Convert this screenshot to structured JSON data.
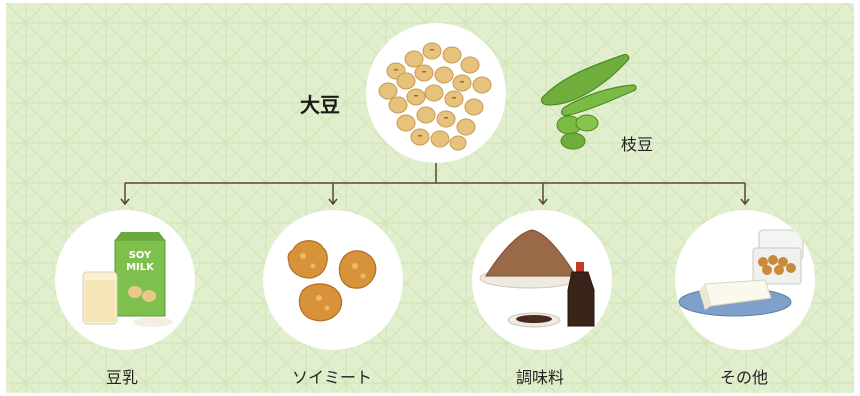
{
  "root": {
    "label": "大豆"
  },
  "side": {
    "label": "枝豆"
  },
  "children": [
    {
      "label": "豆乳",
      "icon": "soy-milk-icon"
    },
    {
      "label": "ソイミート",
      "icon": "soy-meat-icon"
    },
    {
      "label": "調味料",
      "icon": "miso-soy-sauce-icon"
    },
    {
      "label": "その他",
      "icon": "tofu-natto-icon"
    }
  ],
  "packaging": {
    "soy_milk_box": "SOY\nMILK"
  },
  "colors": {
    "background": "#e3f0cf",
    "pattern": "#c7dfae",
    "line": "#5a4630",
    "bean": "#e6c07a"
  }
}
